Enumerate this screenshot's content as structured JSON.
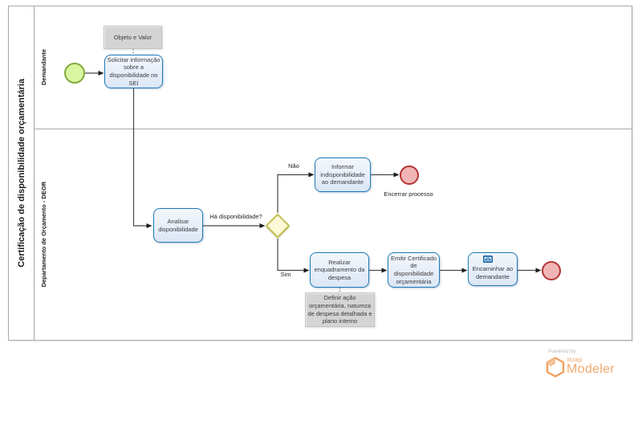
{
  "pool": {
    "title": "Certificação de disponibilidade orçamentária",
    "lanes": [
      {
        "label": "Demandante"
      },
      {
        "label": "Departamento de Orçamento - DEOR"
      }
    ]
  },
  "nodes": {
    "annotation_objeto": {
      "label": "Objeto e Valor"
    },
    "task_solicitar": {
      "label": "Solicitar informação sobre a disponibilidade no SEI"
    },
    "task_analisar": {
      "label": "Analisar disponibilidade"
    },
    "task_informar": {
      "label": "Informar indisponibilidade ao demandante"
    },
    "task_realizar": {
      "label": "Realizar enquadramento da despesa"
    },
    "task_emitir": {
      "label": "Emitir Certificado de disponibilidade orçamentária"
    },
    "task_encaminhar": {
      "label": "Encaminhar ao demandante"
    },
    "annotation_definir": {
      "label": "Definir ação orçamentária, natureza de despesa detalhada e plano interno"
    },
    "end_encerrar": {
      "label": "Encerrar processo"
    }
  },
  "flows": {
    "gateway_question": "Há disponibilidade?",
    "no_label": "Não",
    "yes_label": "Sim"
  },
  "branding": {
    "powered_by": "Powered by",
    "brand": "bizagi",
    "product": "Modeler"
  },
  "colors": {
    "task_border": "#1d7ab8",
    "task_fill": "#e7eef9",
    "start_fill": "#d9f7a1",
    "start_border": "#84aa3e",
    "end_fill": "#f1b5b5",
    "end_border": "#b23434",
    "gateway_fill": "#fbf9d7",
    "gateway_border": "#c2bf53",
    "annotation_fill": "#d4d4d4",
    "connector": "#474747",
    "brand_orange": "#f2a86b"
  }
}
